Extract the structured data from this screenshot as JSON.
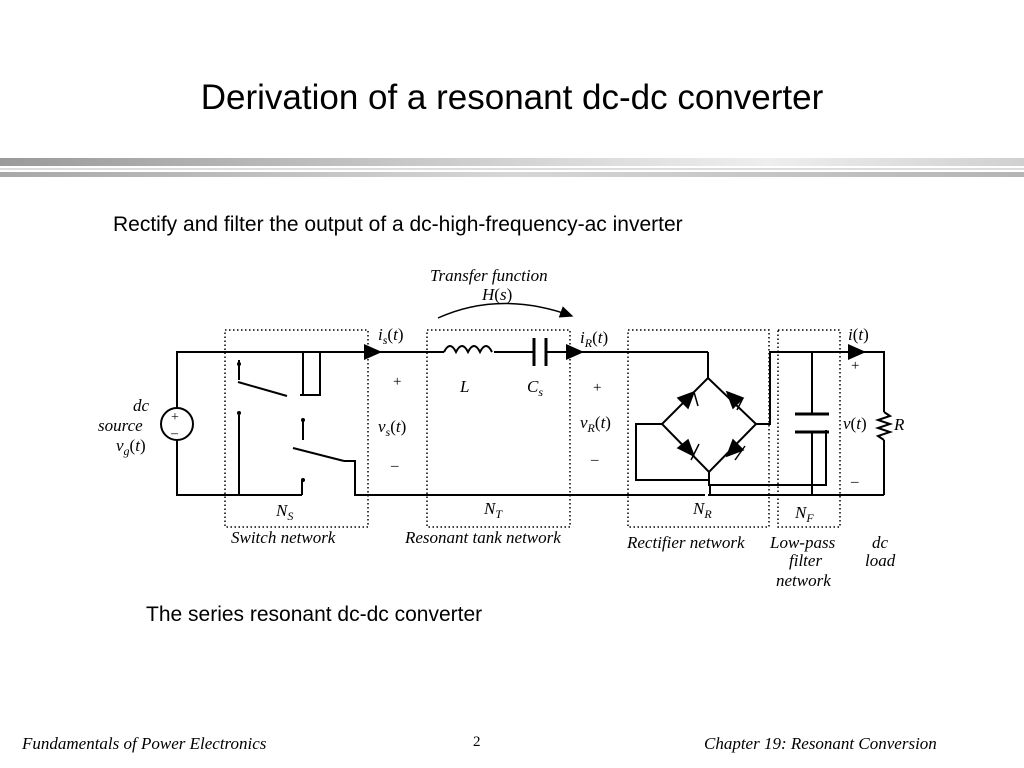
{
  "slide": {
    "title": "Derivation of a resonant dc-dc converter",
    "subtitle": "Rectify and filter the output of a dc-high-frequency-ac inverter",
    "caption": "The series resonant dc-dc converter"
  },
  "diagram": {
    "transfer_function": {
      "line1": "Transfer function",
      "line2_H": "H",
      "line2_s": "s"
    },
    "source_label": {
      "line1": "dc",
      "line2": "source",
      "v": "v",
      "sub": "g",
      "t": "t"
    },
    "is_label": {
      "i": "i",
      "sub": "s",
      "t": "t"
    },
    "vs_label": {
      "v": "v",
      "sub": "s",
      "t": "t"
    },
    "iR_label": {
      "i": "i",
      "sub": "R",
      "t": "t"
    },
    "vR_label": {
      "v": "v",
      "sub": "R",
      "t": "t"
    },
    "i_label": {
      "i": "i",
      "t": "t"
    },
    "v_label": {
      "v": "v",
      "t": "t"
    },
    "inductor": "L",
    "capacitor": {
      "C": "C",
      "sub": "s"
    },
    "resistor": "R",
    "plus": "+",
    "minus": "–",
    "networks": {
      "NS": {
        "N": "N",
        "sub": "S",
        "name": "Switch network"
      },
      "NT": {
        "N": "N",
        "sub": "T",
        "name": "Resonant tank network"
      },
      "NR": {
        "N": "N",
        "sub": "R",
        "name": "Rectifier network"
      },
      "NF": {
        "N": "N",
        "sub": "F",
        "name_line1": "Low-pass",
        "name_line2": "filter",
        "name_line3": "network"
      }
    },
    "load": {
      "line1": "dc",
      "line2": "load"
    }
  },
  "footer": {
    "left": "Fundamentals of Power Electronics",
    "page": "2",
    "right": "Chapter 19:  Resonant Conversion"
  }
}
